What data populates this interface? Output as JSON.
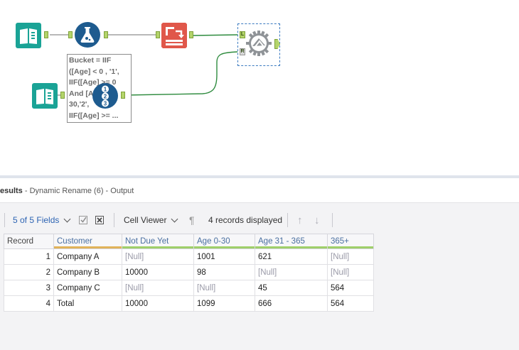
{
  "canvas": {
    "annotation_lines": [
      "Bucket = IIF",
      "([Age] < 0 , '1',",
      "IIF([Age] >= 0",
      "And [Age] <",
      "30,'2',",
      "IIF([Age] >= ..."
    ],
    "join_anchor_left": "L",
    "join_anchor_right": "R",
    "colors": {
      "input_tool": "#1aa396",
      "formula_tool": "#1e5b8f",
      "crosstab_tool": "#e0574a",
      "join_tool": "#8f9397",
      "connection": "#2e8b3e",
      "anchor": "#b3d46a"
    }
  },
  "results": {
    "title_bold": "esults",
    "title_rest": " - Dynamic Rename (6) - Output",
    "toolbar": {
      "fields_label": "5 of 5 Fields",
      "viewer_label": "Cell Viewer",
      "records_label": "4 records displayed"
    },
    "grid": {
      "headers": [
        "Record",
        "Customer",
        "Not Due Yet",
        "Age 0-30",
        "Age 31 - 365",
        "365+"
      ],
      "header_bar_colors": [
        "",
        "#e0b35a",
        "#9fcf6a",
        "#9fcf6a",
        "#9fcf6a",
        "#9fcf6a"
      ],
      "rows": [
        [
          "1",
          "Company A",
          "[Null]",
          "1001",
          "621",
          "[Null]"
        ],
        [
          "2",
          "Company B",
          "10000",
          "98",
          "[Null]",
          "[Null]"
        ],
        [
          "3",
          "Company C",
          "[Null]",
          "[Null]",
          "45",
          "564"
        ],
        [
          "4",
          "Total",
          "10000",
          "1099",
          "666",
          "564"
        ]
      ]
    }
  }
}
